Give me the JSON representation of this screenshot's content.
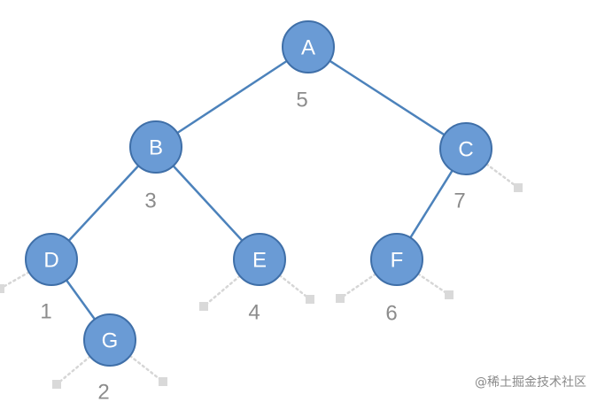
{
  "colors": {
    "node_fill": "#6a9bd5",
    "node_stroke": "#3f6fa8",
    "edge": "#4c82bb",
    "null_edge": "#d6d6d6",
    "null_leaf": "#d9d9d9",
    "label_number": "#8c8c8c"
  },
  "nodes": [
    {
      "id": "A",
      "letter": "A",
      "number": "5"
    },
    {
      "id": "B",
      "letter": "B",
      "number": "3"
    },
    {
      "id": "C",
      "letter": "C",
      "number": "7"
    },
    {
      "id": "D",
      "letter": "D",
      "number": "1"
    },
    {
      "id": "E",
      "letter": "E",
      "number": "4"
    },
    {
      "id": "F",
      "letter": "F",
      "number": "6"
    },
    {
      "id": "G",
      "letter": "G",
      "number": "2"
    }
  ],
  "edges": [
    {
      "from": "A",
      "to": "B"
    },
    {
      "from": "A",
      "to": "C"
    },
    {
      "from": "B",
      "to": "D"
    },
    {
      "from": "B",
      "to": "E"
    },
    {
      "from": "C",
      "to": "F"
    },
    {
      "from": "D",
      "to": "G"
    }
  ],
  "null_children": [
    {
      "parent": "C",
      "side": "right"
    },
    {
      "parent": "D",
      "side": "left"
    },
    {
      "parent": "E",
      "side": "left"
    },
    {
      "parent": "E",
      "side": "right"
    },
    {
      "parent": "F",
      "side": "left"
    },
    {
      "parent": "F",
      "side": "right"
    },
    {
      "parent": "G",
      "side": "left"
    },
    {
      "parent": "G",
      "side": "right"
    }
  ],
  "watermark": "@稀土掘金技术社区"
}
